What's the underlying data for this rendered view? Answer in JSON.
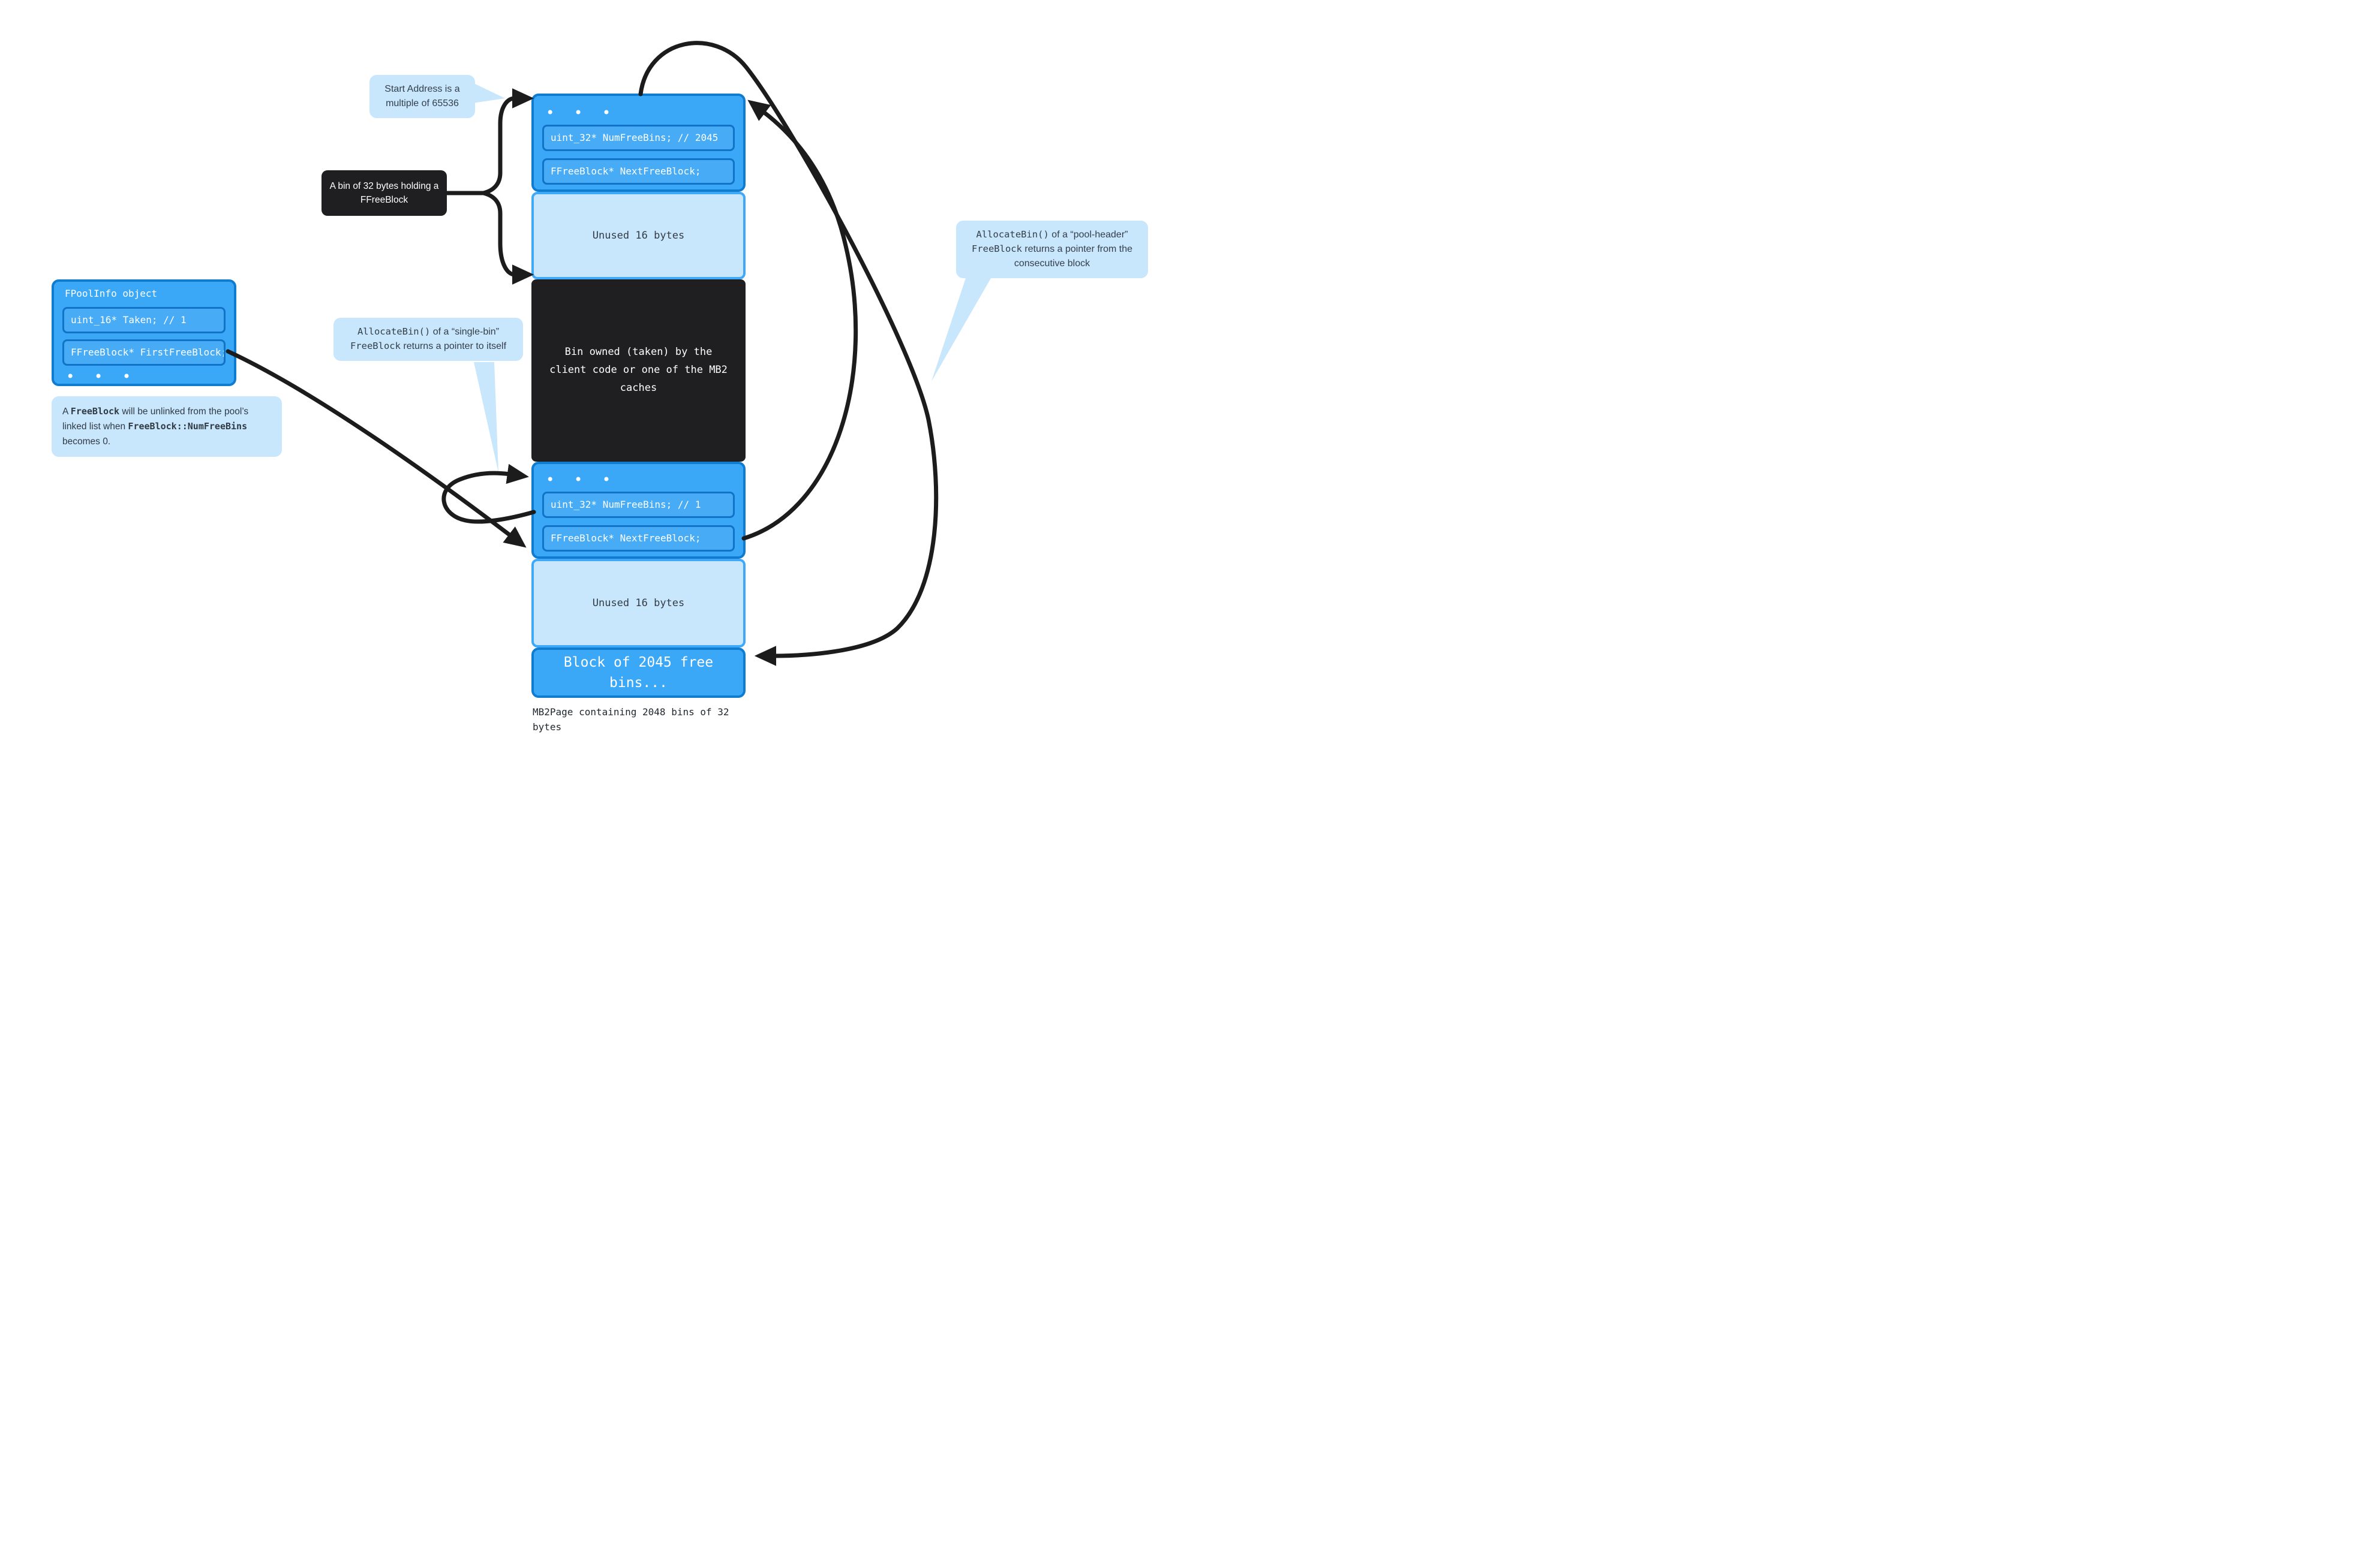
{
  "page": {
    "block1": {
      "ellipsis": "• • •",
      "fields": [
        "uint_32* NumFreeBins; // 2045",
        "FFreeBlock* NextFreeBlock;"
      ]
    },
    "unused1": "Unused 16 bytes",
    "taken_bin": "Bin owned (taken) by the client code or one of the MB2 caches",
    "block2": {
      "ellipsis": "• • •",
      "fields": [
        "uint_32* NumFreeBins; // 1",
        "FFreeBlock* NextFreeBlock;"
      ]
    },
    "unused2": "Unused 16 bytes",
    "free_bins": "Block of 2045 free bins...",
    "caption": "MB2Page containing 2048 bins of 32 bytes"
  },
  "fpoolinfo": {
    "title": "FPoolInfo object",
    "fields": [
      "uint_16* Taken; // 1",
      "FFreeBlock* FirstFreeBlock;"
    ],
    "ellipsis": "• • •"
  },
  "callouts": {
    "start_address": {
      "text": "Start Address is a multiple of 65536"
    },
    "bin_of_32": {
      "text": "A bin of 32 bytes holding a FFreeBlock"
    },
    "single_bin": {
      "segments": [
        {
          "text": "AllocateBin()",
          "mono": true
        },
        {
          "text": " of a “single-bin” ",
          "mono": false
        },
        {
          "text": "FreeBlock",
          "mono": true
        },
        {
          "text": " returns a pointer to itself",
          "mono": false
        }
      ]
    },
    "pool_header": {
      "segments": [
        {
          "text": "AllocateBin()",
          "mono": true
        },
        {
          "text": " of a “pool-header” ",
          "mono": false
        },
        {
          "text": "FreeBlock",
          "mono": true
        },
        {
          "text": " returns a pointer from the consecutive block",
          "mono": false
        }
      ]
    }
  },
  "note": {
    "segments": [
      {
        "text": "A ",
        "mono": false
      },
      {
        "text": "FreeBlock",
        "mono": true,
        "bold": true
      },
      {
        "text": " will be unlinked from the pool’s linked list when ",
        "mono": false
      },
      {
        "text": "FreeBlock::NumFreeBins",
        "mono": true,
        "bold": true
      },
      {
        "text": " becomes 0.",
        "mono": false
      }
    ]
  },
  "colors": {
    "block_fill": "#3AA7F7",
    "block_border": "#0F7CD0",
    "field_fill": "#47ACF5",
    "field_border": "#1173C8",
    "light_blue": "#C8E6FC",
    "light_border": "#3FA9F8",
    "dark_box": "#1F1F21",
    "arrow": "#1C1C1C",
    "text_dark": "#333E49",
    "text_white": "#FFFFFF"
  }
}
